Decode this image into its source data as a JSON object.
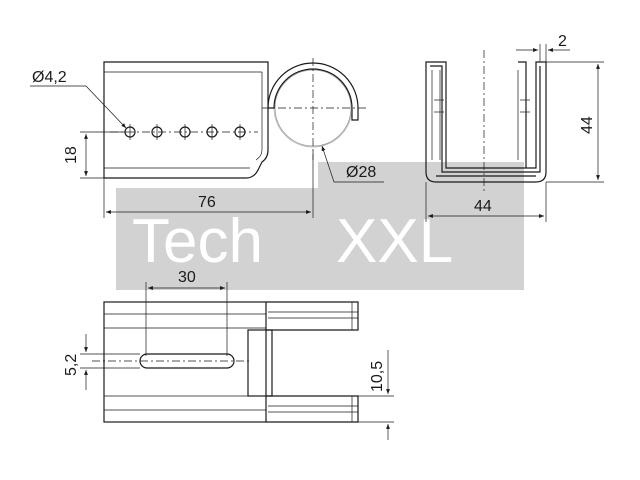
{
  "watermark": {
    "part1": "Tech",
    "part2": "XXL",
    "box_color": "#d0d0d0"
  },
  "dimensions": {
    "hole_diameter": "Ø4,2",
    "height_18": "18",
    "length_76": "76",
    "tube_diameter": "Ø28",
    "wall_2": "2",
    "height_44": "44",
    "width_44": "44",
    "slot_length": "30",
    "slot_width": "5,2",
    "offset_10_5": "10,5"
  }
}
